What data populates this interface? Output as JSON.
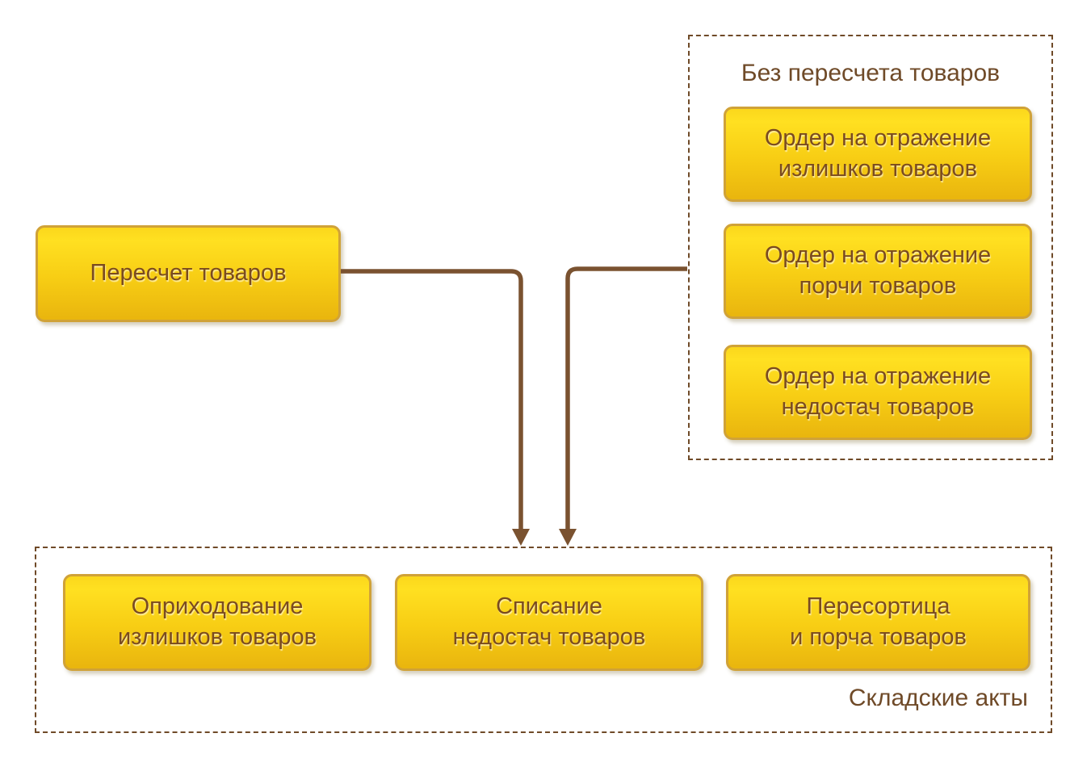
{
  "diagram": {
    "recount_box": {
      "label": "Пересчет товаров"
    },
    "without_recount_group": {
      "title": "Без пересчета товаров",
      "boxes": [
        {
          "label": "Ордер на отражение\nизлишков товаров"
        },
        {
          "label": "Ордер на отражение\nпорчи товаров"
        },
        {
          "label": "Ордер на отражение\nнедостач товаров"
        }
      ]
    },
    "warehouse_acts_group": {
      "title": "Складские акты",
      "boxes": [
        {
          "label": "Оприходование\nизлишков товаров"
        },
        {
          "label": "Списание\nнедостач товаров"
        },
        {
          "label": "Пересортица\nи порча товаров"
        }
      ]
    },
    "colors": {
      "box_gradient_top": "#ffe021",
      "box_gradient_bottom": "#e9b50e",
      "box_border": "#d0a238",
      "box_text": "#7a4b20",
      "group_dashed_border": "#6f4a28",
      "group_title_text": "#6f4a28",
      "connector": "#7a5230",
      "background": "#ffffff"
    }
  }
}
